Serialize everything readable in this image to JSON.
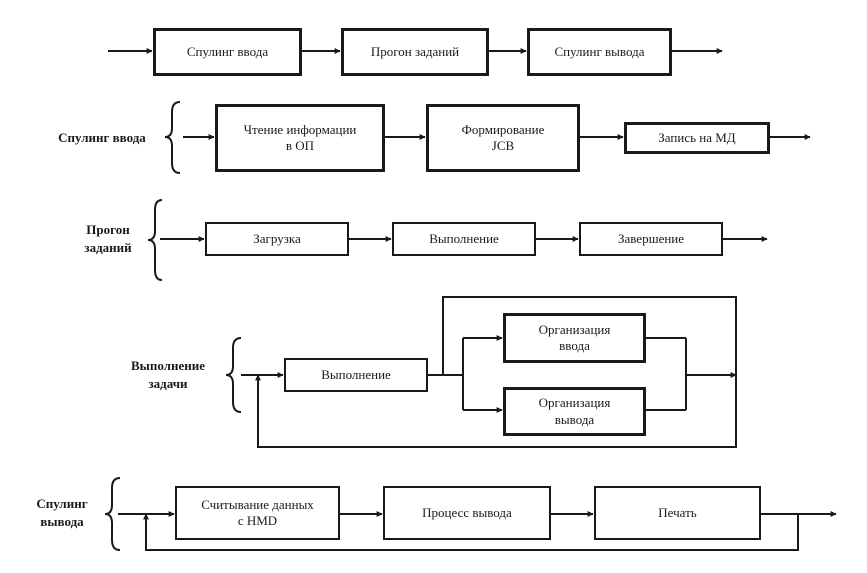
{
  "overview": {
    "step_input_spooling": "Спулинг ввода",
    "step_job_run": "Прогон заданий",
    "step_output_spooling": "Спулинг вывода"
  },
  "input_spooling": {
    "label": "Спулинг ввода",
    "step_read": "Чтение информации\nв ОП",
    "step_form_jcb": "Формирование\nJCB",
    "step_write": "Запись на МД"
  },
  "job_run": {
    "label": "Прогон\nзаданий",
    "step_load": "Загрузка",
    "step_execute": "Выполнение",
    "step_finish": "Завершение"
  },
  "task_execution": {
    "label": "Выполнение\nзадачи",
    "step_execute": "Выполнение",
    "step_input_org": "Организация\nввода",
    "step_output_org": "Организация\nвывода"
  },
  "output_spooling": {
    "label": "Спулинг\nвывода",
    "step_read_data": "Считывание данных\nс НМD",
    "step_output_process": "Процесс вывода",
    "step_print": "Печать"
  }
}
